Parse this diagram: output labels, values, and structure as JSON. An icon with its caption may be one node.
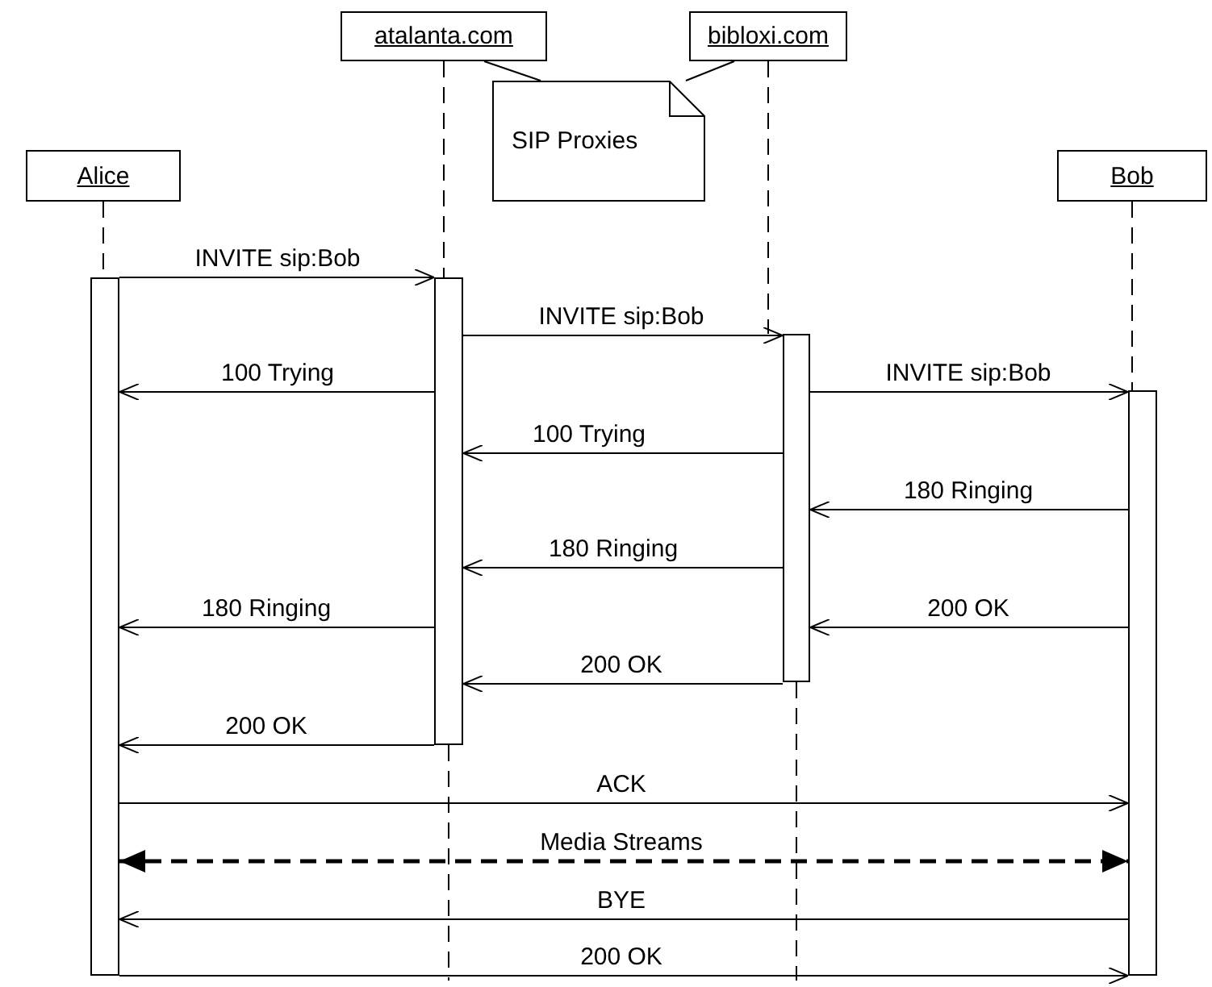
{
  "diagram": {
    "nodes": [
      {
        "text": [
          "Alice"
        ]
      },
      {
        "text": [
          "atalanta.com"
        ]
      },
      {
        "text": [
          "bibloxi.com"
        ]
      },
      {
        "text": [
          "Bob"
        ]
      },
      {
        "text": [
          "SIP Proxies"
        ]
      },
      {
        "text": [],
        "shape": "bar"
      },
      {
        "text": [],
        "shape": "bar"
      },
      {
        "text": [],
        "shape": "bar"
      },
      {
        "text": [],
        "shape": "bar"
      }
    ],
    "edges": [
      {
        "from": 5,
        "to": 6,
        "arrow": "to",
        "label": "INVITE sip:Bob"
      },
      {
        "from": 6,
        "to": 7,
        "arrow": "to",
        "label": "INVITE sip:Bob"
      },
      {
        "from": 7,
        "to": 8,
        "arrow": "to",
        "label": "INVITE sip:Bob"
      },
      {
        "from": 6,
        "to": 5,
        "arrow": "to",
        "label": "100 Trying"
      },
      {
        "from": 7,
        "to": 6,
        "arrow": "to",
        "label": "100 Trying"
      },
      {
        "from": 8,
        "to": 7,
        "arrow": "to",
        "label": "180 Ringing"
      },
      {
        "from": 7,
        "to": 6,
        "arrow": "to",
        "label": "180 Ringing"
      },
      {
        "from": 6,
        "to": 5,
        "arrow": "to",
        "label": "180 Ringing"
      },
      {
        "from": 8,
        "to": 7,
        "arrow": "to",
        "label": "200 OK"
      },
      {
        "from": 7,
        "to": 6,
        "arrow": "to",
        "label": "200 OK"
      },
      {
        "from": 6,
        "to": 5,
        "arrow": "to",
        "label": "200 OK"
      },
      {
        "from": 5,
        "to": 8,
        "arrow": "to",
        "label": "ACK"
      },
      {
        "from": 5,
        "to": 8,
        "arrow": "both",
        "label": "Media Streams",
        "style": "dashed"
      },
      {
        "from": 8,
        "to": 5,
        "arrow": "to",
        "label": "BYE"
      },
      {
        "from": 5,
        "to": 8,
        "arrow": "to",
        "label": "200 OK"
      },
      {
        "from": 0,
        "to": 5,
        "arrow": "none",
        "style": "dashed"
      },
      {
        "from": 1,
        "to": 6,
        "arrow": "none",
        "style": "dashed"
      },
      {
        "from": 2,
        "to": 7,
        "arrow": "none",
        "style": "dashed"
      },
      {
        "from": 3,
        "to": 8,
        "arrow": "none",
        "style": "dashed"
      },
      {
        "from": 4,
        "to": 1,
        "arrow": "none"
      },
      {
        "from": 4,
        "to": 2,
        "arrow": "none"
      },
      {
        "from": 6,
        "to": null,
        "arrow": "none",
        "style": "dashed"
      },
      {
        "from": 7,
        "to": null,
        "arrow": "none",
        "style": "dashed"
      }
    ]
  }
}
